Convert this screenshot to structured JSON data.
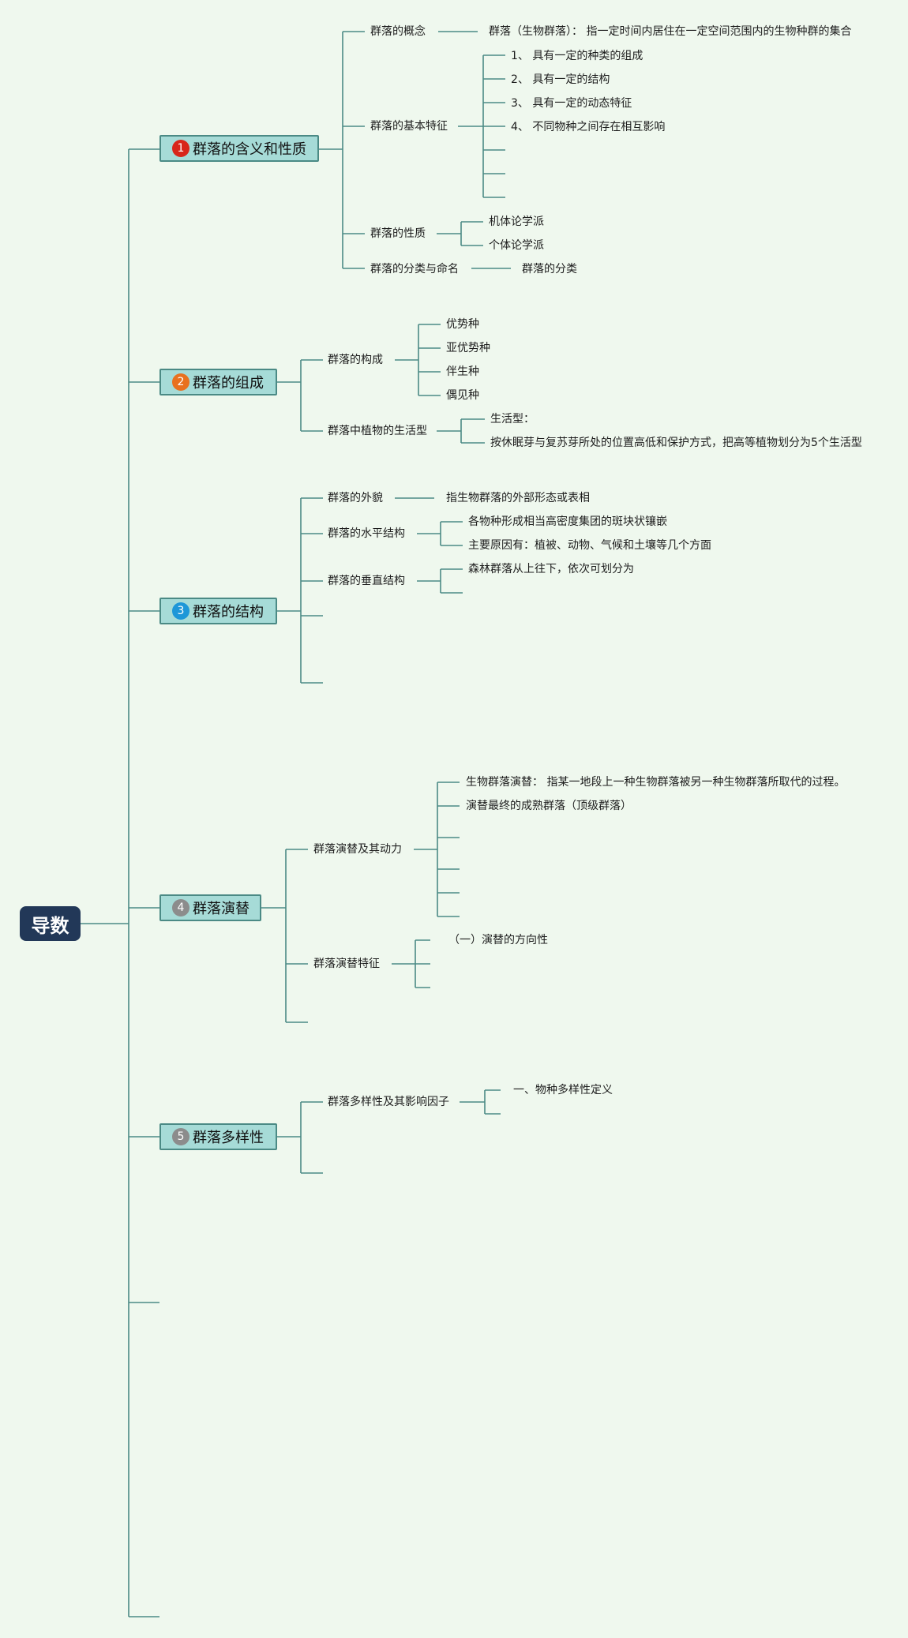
{
  "root": {
    "label": "导数"
  },
  "colors": {
    "line": "#4b8a85",
    "topic_fill": "#a6dbd7",
    "root_fill": "#223858",
    "badge_1": "#d8261a",
    "badge_2": "#e8711f",
    "badge_3": "#1d97d8",
    "badge_4": "#8c8c8c",
    "badge_5": "#8c8c8c"
  },
  "topics": [
    {
      "number": "1",
      "label": "群落的含义和性质",
      "subtopics": [
        {
          "label": "群落的概念",
          "items": [
            "群落（生物群落）： 指一定时间内居住在一定空间范围内的生物种群的集合"
          ]
        },
        {
          "label": "群落的基本特征",
          "items": [
            "1、 具有一定的种类的组成",
            "2、 具有一定的结构",
            "3、 具有一定的动态特征",
            "4、 不同物种之间存在相互影响"
          ]
        },
        {
          "label": "群落的性质",
          "items": [
            "机体论学派",
            "个体论学派"
          ]
        },
        {
          "label": "群落的分类与命名",
          "items": [
            "群落的分类"
          ]
        }
      ]
    },
    {
      "number": "2",
      "label": "群落的组成",
      "subtopics": [
        {
          "label": "群落的构成",
          "items": [
            "优势种",
            "亚优势种",
            "伴生种",
            "偶见种"
          ]
        },
        {
          "label": "群落中植物的生活型",
          "items": [
            "生活型：",
            "按休眠芽与复苏芽所处的位置高低和保护方式，把高等植物划分为5个生活型"
          ]
        }
      ]
    },
    {
      "number": "3",
      "label": "群落的结构",
      "subtopics": [
        {
          "label": "群落的外貌",
          "items": [
            "指生物群落的外部形态或表相"
          ]
        },
        {
          "label": "群落的水平结构",
          "items": [
            "各物种形成相当高密度集团的斑块状镶嵌",
            "主要原因有：植被、动物、气候和土壤等几个方面"
          ]
        },
        {
          "label": "群落的垂直结构",
          "items": [
            "森林群落从上往下，依次可划分为"
          ]
        }
      ]
    },
    {
      "number": "4",
      "label": "群落演替",
      "subtopics": [
        {
          "label": "群落演替及其动力",
          "items": [
            "生物群落演替： 指某一地段上一种生物群落被另一种生物群落所取代的过程。",
            "演替最终的成熟群落（顶级群落）"
          ]
        },
        {
          "label": "群落演替特征",
          "items": [
            "（一）演替的方向性"
          ]
        }
      ]
    },
    {
      "number": "5",
      "label": "群落多样性",
      "subtopics": [
        {
          "label": "群落多样性及其影响因子",
          "items": [
            "一、物种多样性定义"
          ]
        }
      ]
    }
  ]
}
